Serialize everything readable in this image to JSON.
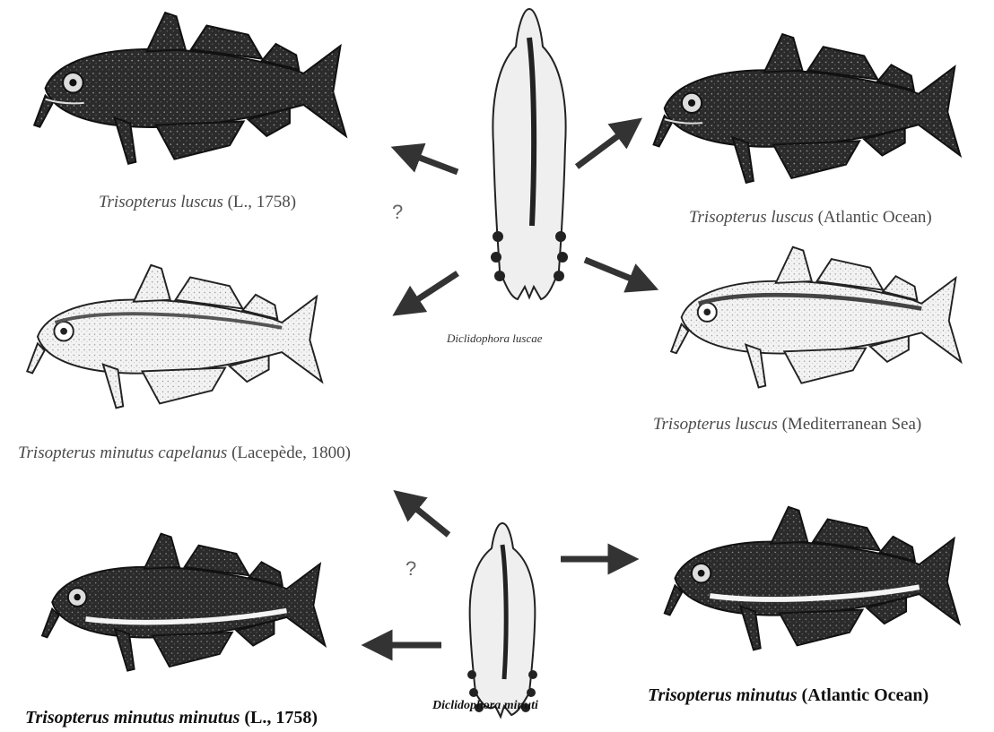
{
  "fish_captions": {
    "tl": {
      "species": "Trisopterus luscus",
      "authority": "(L., 1758)"
    },
    "tr": {
      "species": "Trisopterus luscus",
      "authority": "(Atlantic Ocean)"
    },
    "ml": {
      "species": "Trisopterus minutus capelanus",
      "authority": "(Lacepède, 1800)"
    },
    "mr": {
      "species": "Trisopterus luscus",
      "authority": "(Mediterranean Sea)"
    },
    "bl": {
      "species": "Trisopterus minutus minutus",
      "authority": "(L., 1758)"
    },
    "br": {
      "species": "Trisopterus minutus",
      "authority": "(Atlantic Ocean)"
    }
  },
  "parasites": {
    "top": "Diclidophora luscae",
    "bottom": "Diclidophora minuti"
  },
  "question_marks": {
    "top": "?",
    "bottom": "?"
  },
  "colors": {
    "dark_fish": "#2a2a2a",
    "light_fish": "#f4f4f4",
    "arrow": "#333333"
  }
}
